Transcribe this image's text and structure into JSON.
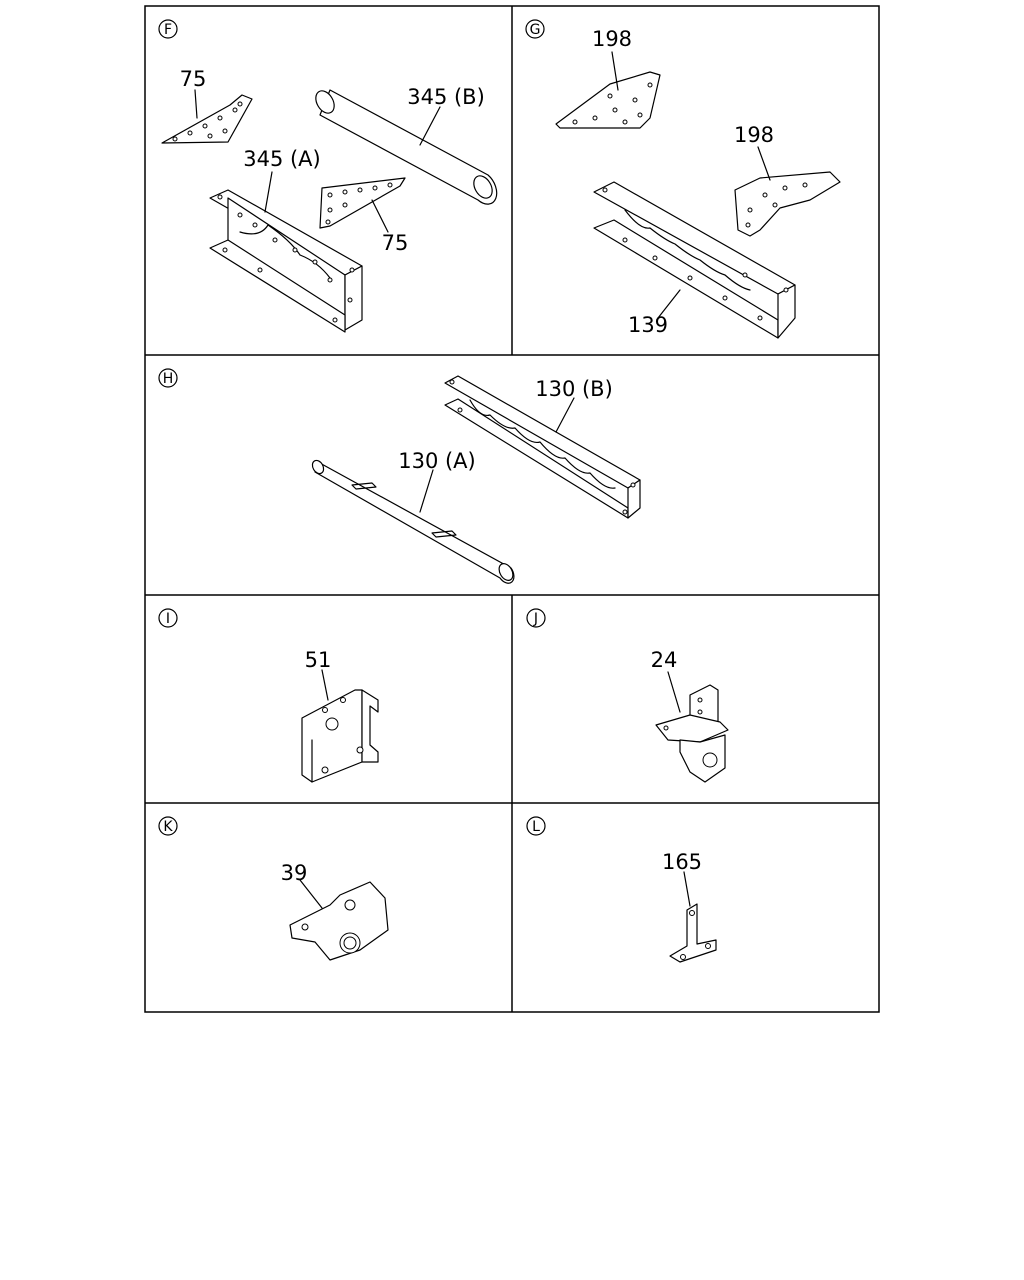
{
  "panels": [
    {
      "letter": "F",
      "labels": [
        "75",
        "345 (B)",
        "345 (A)",
        "75"
      ]
    },
    {
      "letter": "G",
      "labels": [
        "198",
        "198",
        "139"
      ]
    },
    {
      "letter": "H",
      "labels": [
        "130 (B)",
        "130 (A)"
      ]
    },
    {
      "letter": "I",
      "labels": [
        "51"
      ]
    },
    {
      "letter": "J",
      "labels": [
        "24"
      ]
    },
    {
      "letter": "K",
      "labels": [
        "39"
      ]
    },
    {
      "letter": "L",
      "labels": [
        "165"
      ]
    }
  ]
}
